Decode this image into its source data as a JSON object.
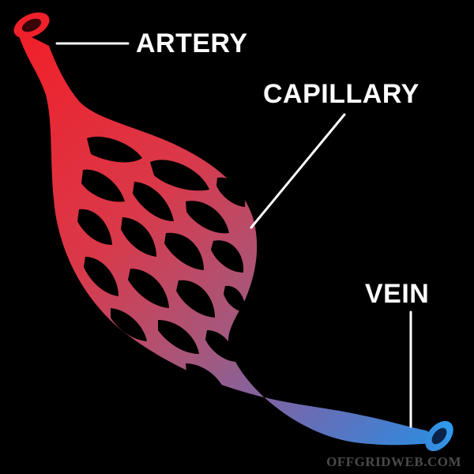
{
  "labels": {
    "artery": "ARTERY",
    "capillary": "CAPILLARY",
    "vein": "VEIN"
  },
  "watermark": "OFFGRIDWEB.COM",
  "colors": {
    "background": "#000000",
    "artery": "#e8232e",
    "vein": "#2f86d8",
    "blend": "#9b5a8c",
    "text": "#ffffff"
  }
}
